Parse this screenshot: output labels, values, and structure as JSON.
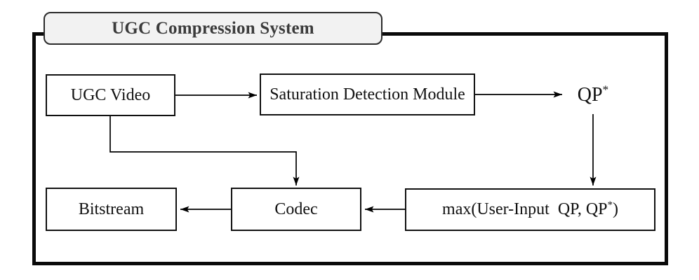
{
  "diagram": {
    "title": "UGC Compression System",
    "nodes": {
      "ugc_video": {
        "label": "UGC Video"
      },
      "saturation_detection_module": {
        "label": "Saturation Detection Module"
      },
      "qp_star": {
        "base": "QP",
        "sup": "*"
      },
      "max_qp": {
        "before": "max(User-Input  QP, QP",
        "sup": "*",
        "after": ")"
      },
      "codec": {
        "label": "Codec"
      },
      "bitstream": {
        "label": "Bitstream"
      }
    },
    "edges": [
      {
        "from": "ugc_video",
        "to": "saturation_detection_module"
      },
      {
        "from": "saturation_detection_module",
        "to": "qp_star"
      },
      {
        "from": "qp_star",
        "to": "max_qp"
      },
      {
        "from": "ugc_video",
        "to": "codec"
      },
      {
        "from": "max_qp",
        "to": "codec"
      },
      {
        "from": "codec",
        "to": "bitstream"
      }
    ],
    "colors": {
      "stroke": "#000000",
      "frame_stroke": "#0a0a0a",
      "title_fill": "#f2f2f2",
      "title_text": "#3b3b3b",
      "box_fill": "#ffffff"
    }
  }
}
